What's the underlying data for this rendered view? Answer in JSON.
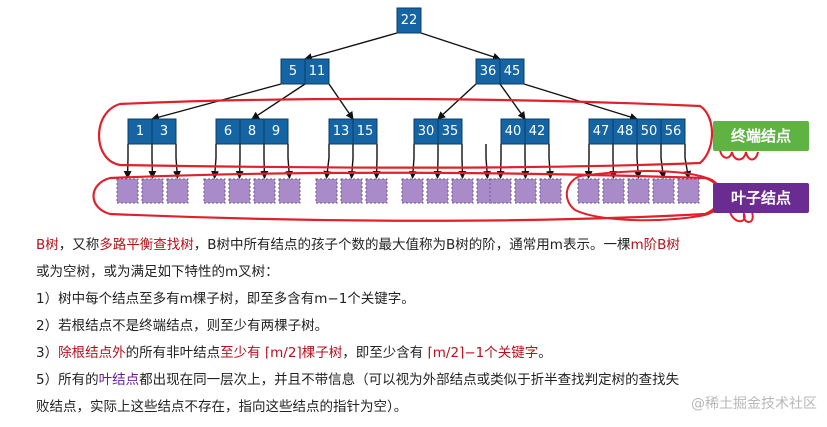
{
  "tree": {
    "root": [
      "22"
    ],
    "level1": [
      [
        "5",
        "11"
      ],
      [
        "36",
        "45"
      ]
    ],
    "level2": [
      [
        "1",
        "3"
      ],
      [
        "6",
        "8",
        "9"
      ],
      [
        "13",
        "15"
      ],
      [
        "30",
        "35"
      ],
      [
        "40",
        "42"
      ],
      [
        "47",
        "48",
        "50",
        "56"
      ]
    ],
    "leaf_groups": [
      3,
      4,
      3,
      4,
      3,
      5
    ]
  },
  "labels": {
    "terminal": "终端结点",
    "leaf": "叶子结点"
  },
  "colors": {
    "node": "#1565a5",
    "leaf": "#a98bc9",
    "red_annotation": "#e0202a",
    "terminal_tag": "#5fb342",
    "leaf_tag": "#6a2c91"
  },
  "text": {
    "p1_a": "B树",
    "p1_b": "，又称",
    "p1_c": "多路平衡查找树",
    "p1_d": "，B树中所有结点的孩子个数的最大值称为B树的阶，通常用m表示。一棵",
    "p1_e": "m阶B树",
    "p1_f": "或为空树，或为满足如下特性的m叉树：",
    "r1": "1）树中每个结点至多有m棵子树，即至多含有m−1个关键字。",
    "r2": "2）若根结点不是终端结点，则至少有两棵子树。",
    "r3_a": "3）",
    "r3_b": "除根结点外",
    "r3_c": "的所有非叶结点",
    "r3_d": "至少有 ⌈m/2⌉棵子树",
    "r3_e": "，即至少含有 ",
    "r3_f": "⌈m/2⌉−1个关键字",
    "r3_g": "。",
    "r5_a": "5）所有的",
    "r5_b": "叶结点",
    "r5_c": "都出现在同一层次上，并且不带信息（可以视为外部结点或类似于折半查找判定树的查找失",
    "r5_d": "败结点，实际上这些结点不存在，指向这些结点的指针为空）。"
  },
  "watermark": "@稀土掘金技术社区"
}
